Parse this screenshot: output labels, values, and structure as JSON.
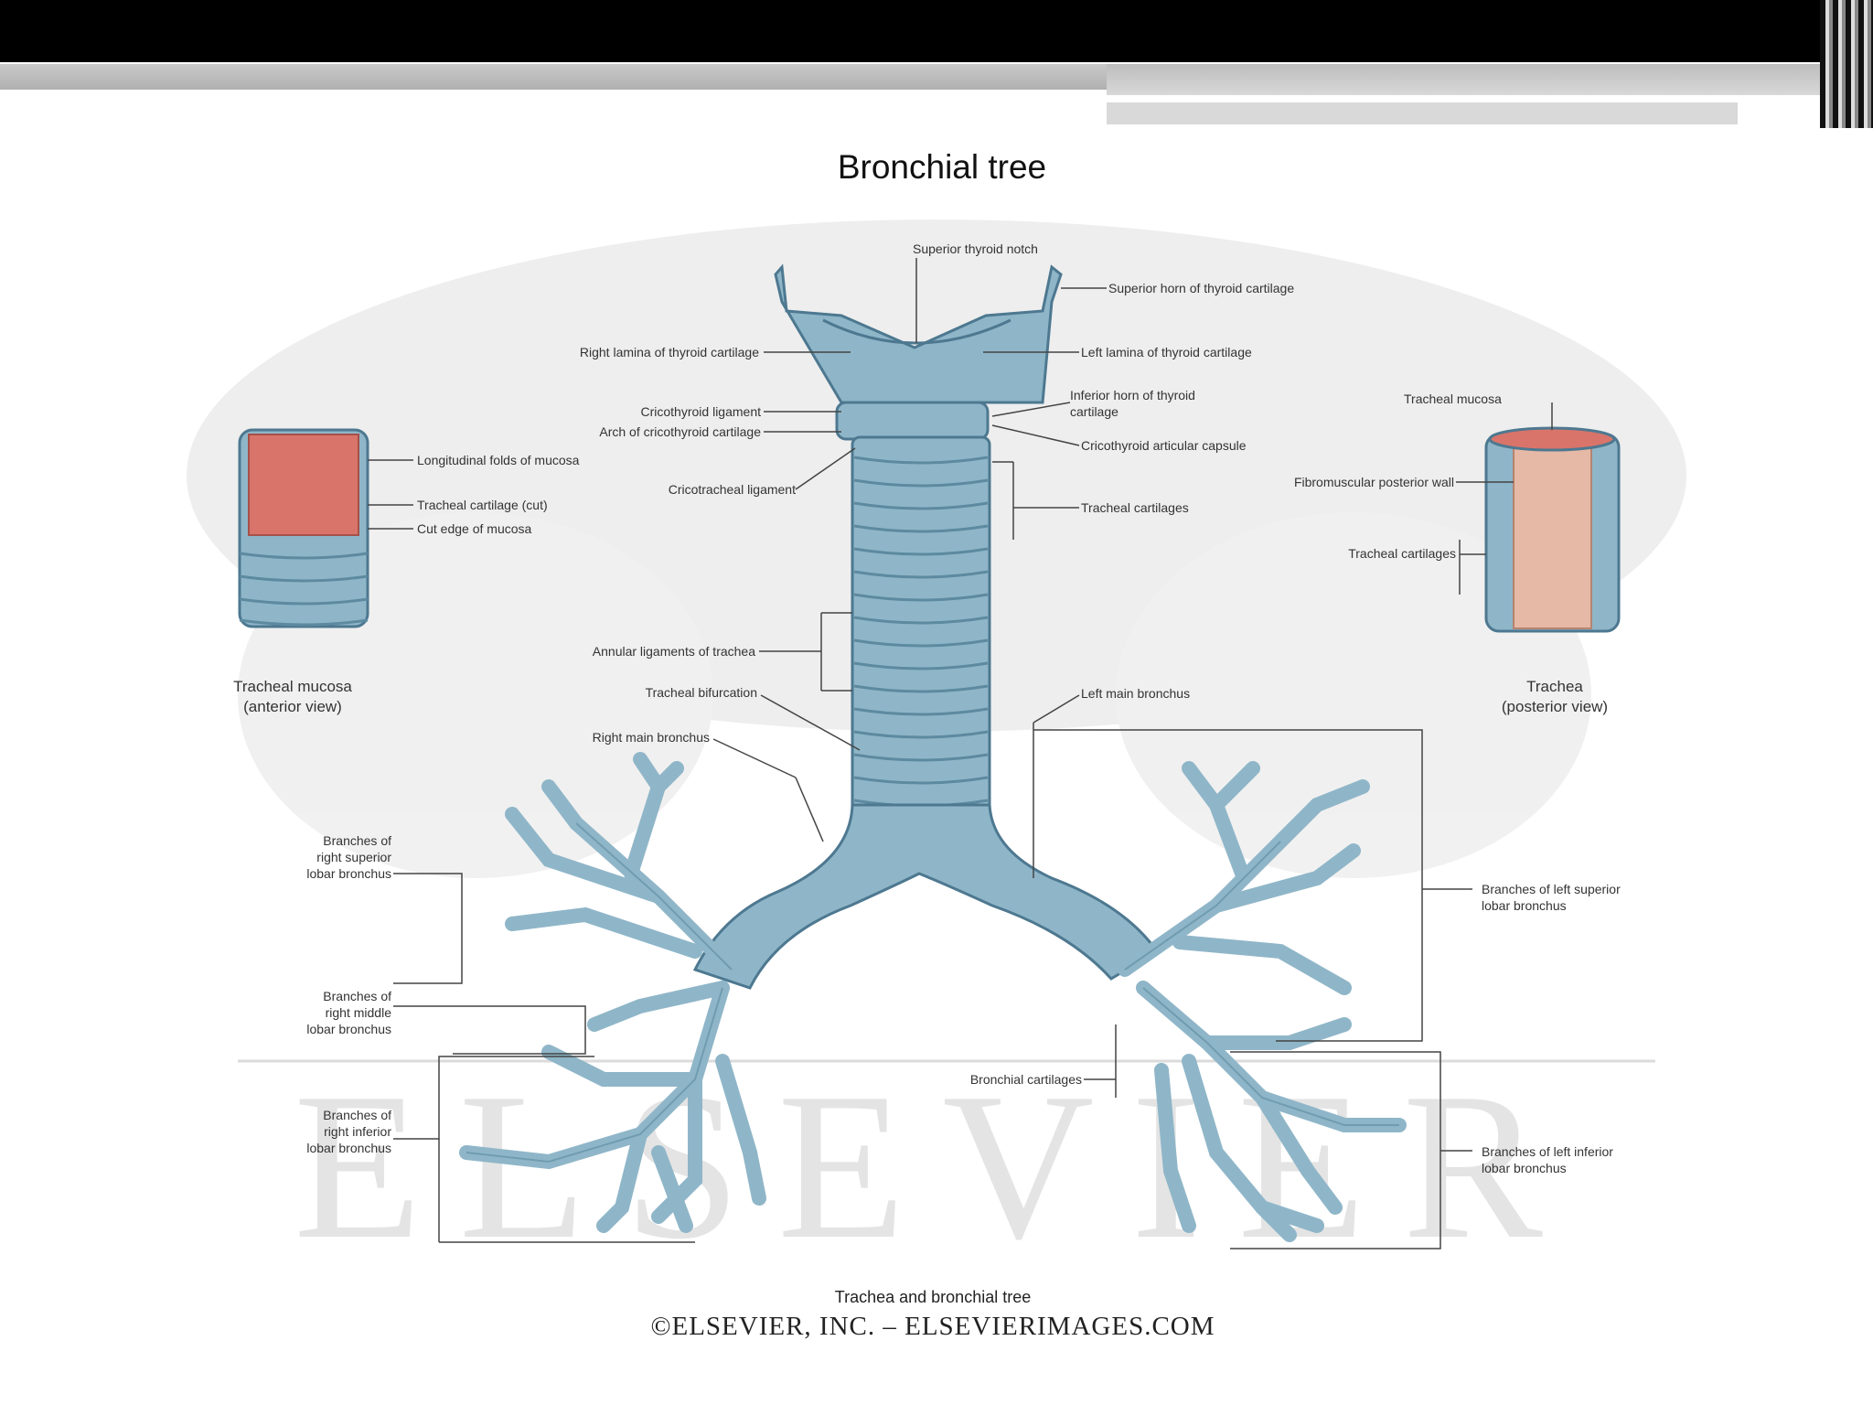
{
  "title": "Bronchial tree",
  "labels": {
    "superior_thyroid_notch": "Superior thyroid notch",
    "superior_horn": "Superior horn of thyroid cartilage",
    "right_lamina": "Right lamina of thyroid cartilage",
    "left_lamina": "Left lamina of thyroid cartilage",
    "cricothyroid_ligament": "Cricothyroid ligament",
    "arch_cricoid": "Arch of cricothyroid cartilage",
    "inferior_horn": "Inferior horn of thyroid cartilage",
    "cricothyroid_capsule": "Cricothyroid articular capsule",
    "longitudinal_folds": "Longitudinal folds of mucosa",
    "cricotracheal_ligament": "Cricotracheal ligament",
    "tracheal_cartilage_cut": "Tracheal cartilage (cut)",
    "cut_edge_mucosa": "Cut edge of mucosa",
    "tracheal_cartilages": "Tracheal cartilages",
    "tracheal_mucosa_top": "Tracheal mucosa",
    "fibromuscular_wall": "Fibromuscular posterior wall",
    "trachea_cartilages_right": "Tracheal cartilages",
    "annular_ligaments": "Annular ligaments of trachea",
    "tracheal_bifurcation": "Tracheal bifurcation",
    "left_main_bronchus": "Left main bronchus",
    "right_main_bronchus": "Right main bronchus",
    "tracheal_mucosa_caption": "Tracheal mucosa\n(anterior view)",
    "trachea_caption": "Trachea\n(posterior view)",
    "right_superior": "Branches of\nright superior\nlobar bronchus",
    "right_middle": "Branches of\nright middle\nlobar bronchus",
    "right_inferior": "Branches of\nright inferior\nlobar bronchus",
    "left_superior": "Branches of left superior\nlobar bronchus",
    "left_inferior": "Branches of left inferior\nlobar bronchus",
    "bronchial_cartilages": "Bronchial cartilages"
  },
  "caption": "Trachea and bronchial tree",
  "copyright": "©ELSEVIER, INC. – ELSEVIERIMAGES.COM",
  "watermark": "ELSEVIER",
  "colors": {
    "airway": "#8fb6c8",
    "airway_dark": "#5d8aa0",
    "mucosa": "#d9746a",
    "wall": "#e6b9a6"
  }
}
